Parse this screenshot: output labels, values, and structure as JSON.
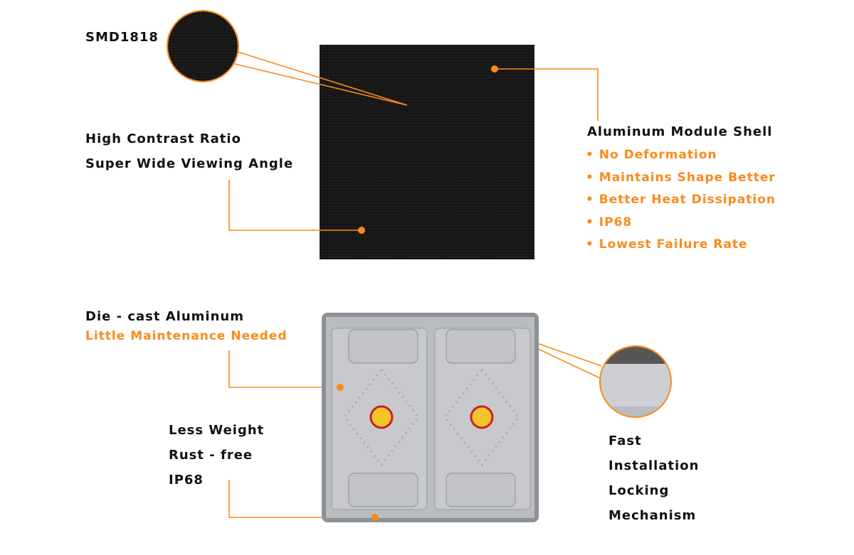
{
  "accent_color": "#f98a1a",
  "labels": {
    "smd": "SMD1818",
    "contrast_1": "High Contrast Ratio",
    "contrast_2": "Super Wide Viewing Angle",
    "shell_title": "Aluminum Module Shell",
    "shell_features": [
      "• No Deformation",
      "• Maintains Shape Better",
      "• Better Heat Dissipation",
      "• IP68",
      "• Lowest Failure Rate"
    ],
    "diecast_title": "Die - cast Aluminum",
    "diecast_sub": "Little Maintenance Needed",
    "weight_1": "Less Weight",
    "weight_2": "Rust - free",
    "weight_3": "IP68",
    "lock_1": "Fast",
    "lock_2": "Installation",
    "lock_3": "Locking",
    "lock_4": "Mechanism"
  }
}
